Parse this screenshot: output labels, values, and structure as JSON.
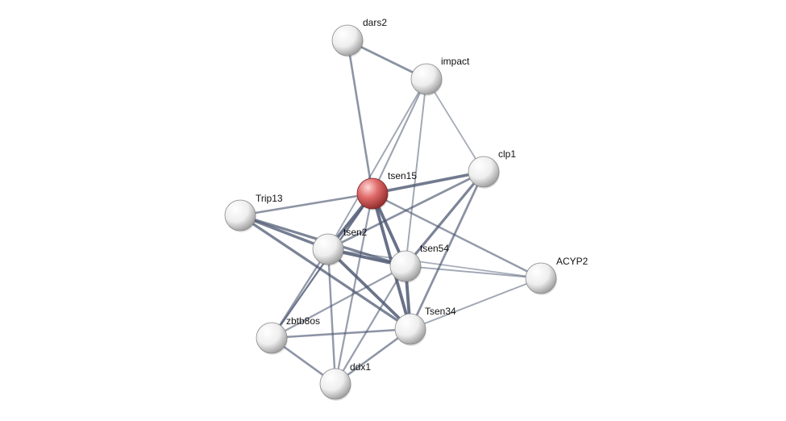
{
  "network": {
    "nodes": [
      {
        "id": "dars2",
        "label": "dars2",
        "color": "#e8e8e8",
        "highlight": false
      },
      {
        "id": "impact",
        "label": "impact",
        "color": "#e8e8e8",
        "highlight": false
      },
      {
        "id": "clp1",
        "label": "clp1",
        "color": "#e8e8e8",
        "highlight": false
      },
      {
        "id": "tsen15",
        "label": "tsen15",
        "color": "#d9534f",
        "highlight": true
      },
      {
        "id": "Trip13",
        "label": "Trip13",
        "color": "#e8e8e8",
        "highlight": false
      },
      {
        "id": "tsen2",
        "label": "tsen2",
        "color": "#e8e8e8",
        "highlight": false
      },
      {
        "id": "tsen54",
        "label": "tsen54",
        "color": "#e8e8e8",
        "highlight": false
      },
      {
        "id": "ACYP2",
        "label": "ACYP2",
        "color": "#e8e8e8",
        "highlight": false
      },
      {
        "id": "zbtb8os",
        "label": "zbtb8os",
        "color": "#e8e8e8",
        "highlight": false
      },
      {
        "id": "Tsen34",
        "label": "Tsen34",
        "color": "#e8e8e8",
        "highlight": false
      },
      {
        "id": "ddx1",
        "label": "ddx1",
        "color": "#e8e8e8",
        "highlight": false
      }
    ],
    "edges": [
      {
        "source": "dars2",
        "target": "impact",
        "strength": 0.55
      },
      {
        "source": "dars2",
        "target": "tsen15",
        "strength": 0.5
      },
      {
        "source": "impact",
        "target": "tsen15",
        "strength": 0.35
      },
      {
        "source": "impact",
        "target": "clp1",
        "strength": 0.25
      },
      {
        "source": "impact",
        "target": "tsen2",
        "strength": 0.3
      },
      {
        "source": "impact",
        "target": "tsen54",
        "strength": 0.3
      },
      {
        "source": "tsen15",
        "target": "clp1",
        "strength": 0.8
      },
      {
        "source": "tsen15",
        "target": "Trip13",
        "strength": 0.5
      },
      {
        "source": "tsen15",
        "target": "tsen2",
        "strength": 0.9
      },
      {
        "source": "tsen15",
        "target": "tsen54",
        "strength": 0.9
      },
      {
        "source": "tsen15",
        "target": "Tsen34",
        "strength": 0.9
      },
      {
        "source": "tsen15",
        "target": "ACYP2",
        "strength": 0.45
      },
      {
        "source": "tsen15",
        "target": "zbtb8os",
        "strength": 0.4
      },
      {
        "source": "tsen15",
        "target": "ddx1",
        "strength": 0.4
      },
      {
        "source": "clp1",
        "target": "tsen2",
        "strength": 0.55
      },
      {
        "source": "clp1",
        "target": "tsen54",
        "strength": 0.7
      },
      {
        "source": "clp1",
        "target": "Tsen34",
        "strength": 0.55
      },
      {
        "source": "Trip13",
        "target": "tsen2",
        "strength": 0.75
      },
      {
        "source": "Trip13",
        "target": "tsen54",
        "strength": 0.7
      },
      {
        "source": "Trip13",
        "target": "Tsen34",
        "strength": 0.7
      },
      {
        "source": "tsen2",
        "target": "tsen54",
        "strength": 0.9
      },
      {
        "source": "tsen2",
        "target": "Tsen34",
        "strength": 0.85
      },
      {
        "source": "tsen2",
        "target": "zbtb8os",
        "strength": 0.45
      },
      {
        "source": "tsen2",
        "target": "ddx1",
        "strength": 0.45
      },
      {
        "source": "tsen2",
        "target": "ACYP2",
        "strength": 0.25
      },
      {
        "source": "tsen54",
        "target": "Tsen34",
        "strength": 0.9
      },
      {
        "source": "tsen54",
        "target": "ACYP2",
        "strength": 0.3
      },
      {
        "source": "tsen54",
        "target": "zbtb8os",
        "strength": 0.4
      },
      {
        "source": "tsen54",
        "target": "ddx1",
        "strength": 0.4
      },
      {
        "source": "Tsen34",
        "target": "ACYP2",
        "strength": 0.3
      },
      {
        "source": "Tsen34",
        "target": "zbtb8os",
        "strength": 0.5
      },
      {
        "source": "Tsen34",
        "target": "ddx1",
        "strength": 0.5
      },
      {
        "source": "zbtb8os",
        "target": "ddx1",
        "strength": 0.5
      },
      {
        "source": "zbtb8os",
        "target": "tsen15",
        "strength": 0.35
      }
    ]
  }
}
